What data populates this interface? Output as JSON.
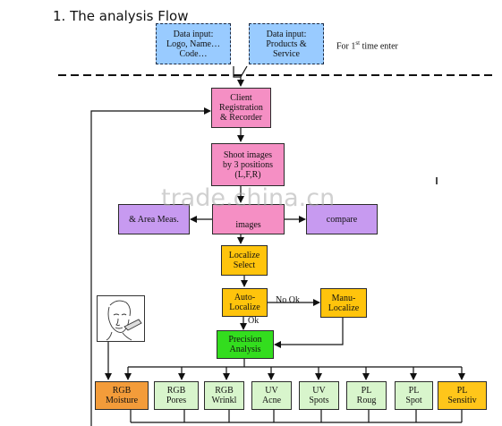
{
  "heading": "1. The analysis Flow",
  "note": {
    "text": "For 1",
    "sup": "st",
    "rest": " time enter"
  },
  "boxes": {
    "data_input_logo": "Data input:\nLogo, Name…\nCode…",
    "data_input_products": "Data input:\nProducts &\nService",
    "client_registration": "Client\nRegistration\n& Recorder",
    "shoot_images": "Shoot images\nby 3 positions\n(L,F,R)",
    "area_meas": "& Area Meas.",
    "images": "images",
    "compare": "compare",
    "localize_select": "Localize\nSelect",
    "auto_localize": "Auto-\nLocalize",
    "manu_localize": "Manu-\nLocalize",
    "precision_analysis": "Precision\nAnalysis"
  },
  "edge_labels": {
    "no_ok": "No Ok",
    "ok": "Ok"
  },
  "results": [
    {
      "label": "RGB\nMoisture",
      "color": "#f39c3a"
    },
    {
      "label": "RGB\nPores",
      "color": "#d8f5cc"
    },
    {
      "label": "RGB\nWrinkl",
      "color": "#d8f5cc"
    },
    {
      "label": "UV\nAcne",
      "color": "#d8f5cc"
    },
    {
      "label": "UV\nSpots",
      "color": "#d8f5cc"
    },
    {
      "label": "PL\nRoug",
      "color": "#d8f5cc"
    },
    {
      "label": "PL\nSpot",
      "color": "#d8f5cc"
    },
    {
      "label": "PL\nSensitiv",
      "color": "#ffc61a"
    }
  ],
  "watermark": "trade.china.cn",
  "colors": {
    "input": "#99cbff",
    "pink": "#f58fc4",
    "purple": "#c79af0",
    "yellow": "#ffc40c",
    "green": "#33dd1e"
  }
}
